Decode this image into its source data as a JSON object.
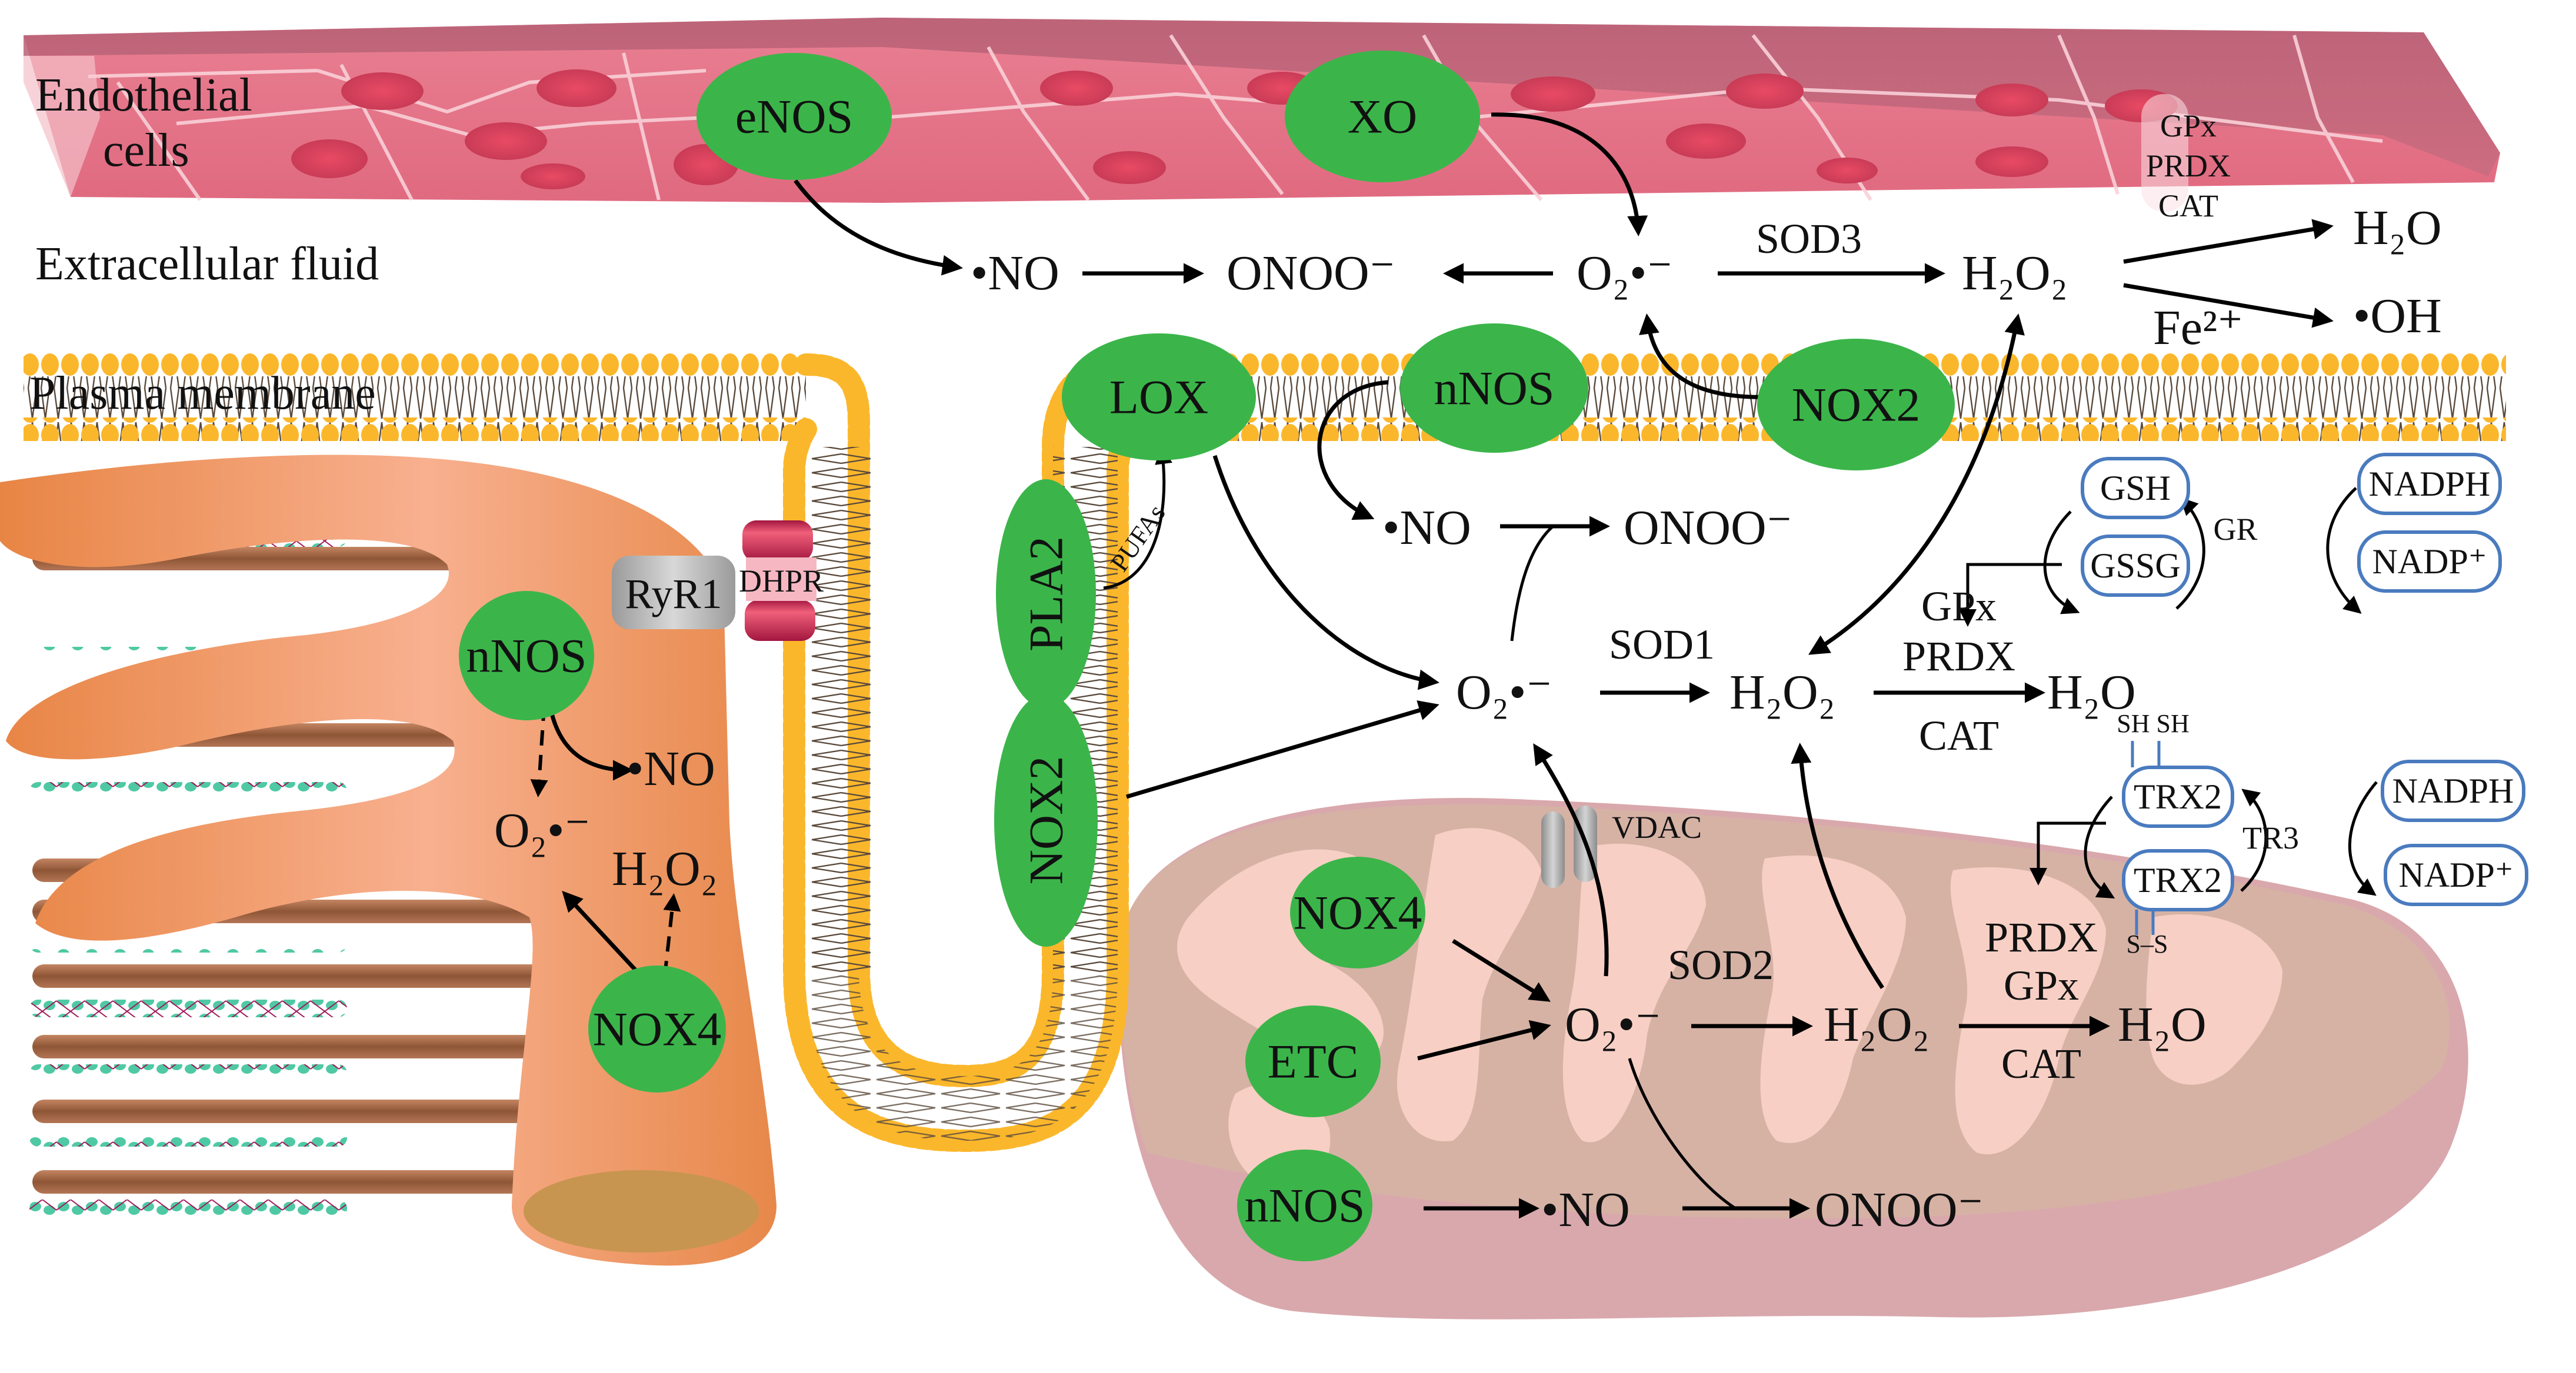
{
  "figure": {
    "regions": {
      "endothelial": "Endothelial cells",
      "endothelial_line1": "Endothelial",
      "endothelial_line2": "cells",
      "extracellular": "Extracellular fluid",
      "membrane": "Plasma membrane"
    },
    "enzymes": {
      "enos": "eNOS",
      "xo": "XO",
      "lox": "LOX",
      "nnos_membrane": "nNOS",
      "nox2_membrane": "NOX2",
      "pla2": "PLA2",
      "nox2_vertical": "NOX2",
      "nnos_sr": "nNOS",
      "nox4_sr": "NOX4",
      "nox4_mito": "NOX4",
      "etc": "ETC",
      "nnos_mito": "nNOS"
    },
    "channels": {
      "ryr1": "RyR1",
      "dhpr": "DHPR",
      "vdac": "VDAC"
    },
    "extracellular_pathway": {
      "no": "•NO",
      "onoo": "ONOO⁻",
      "superoxide": "O₂•⁻",
      "sod3": "SOD3",
      "h2o2": "H₂O₂",
      "enzymes_stack": [
        "GPx",
        "PRDX",
        "CAT"
      ],
      "h2o": "H₂O",
      "fe": "Fe²⁺",
      "oh": "•OH"
    },
    "cytosol_pathway": {
      "pufas": "PUFAs",
      "no": "•NO",
      "onoo": "ONOO⁻",
      "superoxide": "O₂•⁻",
      "sod1": "SOD1",
      "h2o2": "H₂O₂",
      "enzymes_above": [
        "GPx",
        "PRDX"
      ],
      "enzyme_below": "CAT",
      "h2o": "H₂O"
    },
    "sr_pathway": {
      "no": "•NO",
      "superoxide": "O₂•⁻",
      "h2o2": "H₂O₂"
    },
    "glutathione_cycle": {
      "gsh": "GSH",
      "gssg": "GSSG",
      "gr": "GR",
      "nadph": "NADPH",
      "nadp": "NADP⁺"
    },
    "thioredoxin_cycle": {
      "sh": "SH SH",
      "trx2_reduced": "TRX2",
      "trx2_oxidized": "TRX2",
      "ss": "S–S",
      "tr3": "TR3",
      "nadph": "NADPH",
      "nadp": "NADP⁺"
    },
    "mito_pathway": {
      "superoxide": "O₂•⁻",
      "sod2": "SOD2",
      "h2o2": "H₂O₂",
      "enzymes_above": [
        "PRDX",
        "GPx"
      ],
      "enzyme_below": "CAT",
      "h2o": "H₂O",
      "no": "•NO",
      "onoo": "ONOO⁻"
    },
    "colors": {
      "enzyme_green": "#3bb54a",
      "lipid_head": "#fbb72b",
      "endothelium": "#e47a8c",
      "sarcoplasmic_orange": "#f0904a",
      "mitochondrion": "#d6afa2",
      "pill_border": "#4a7bbf",
      "dhpr": "#e04a66",
      "ryr1": "#b8b8b8"
    }
  }
}
